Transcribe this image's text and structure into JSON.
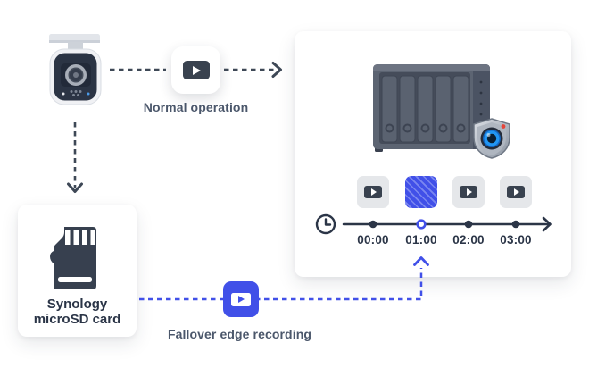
{
  "page": {
    "background": "#FFFFFF"
  },
  "colors": {
    "accent_blue": "#4150E8",
    "ink_navy": "#2B3547",
    "arrow_gray": "#3E4856",
    "caption_gray": "#4B576B",
    "square_gray": "#E5E7EA",
    "nas_gray": "#5C6472"
  },
  "camera": {
    "icon": "ip-camera-icon"
  },
  "normal_path": {
    "icon": "video-recording-icon",
    "label": "Normal operation"
  },
  "failover_path": {
    "icon": "video-recording-icon-blue",
    "label": "Fallover edge recording"
  },
  "nas": {
    "icon": "synology-nas-icon",
    "badge_icon": "surveillance-station-shield-icon"
  },
  "microsd": {
    "icon": "microsd-card-icon",
    "label_line1": "Synology",
    "label_line2": "microSD card"
  },
  "timeline": {
    "icon": "clock-icon",
    "ticks": [
      {
        "time": "00:00",
        "segment": "recorded"
      },
      {
        "time": "01:00",
        "segment": "failover-hatched"
      },
      {
        "time": "02:00",
        "segment": "recorded"
      },
      {
        "time": "03:00",
        "segment": "recorded"
      }
    ]
  }
}
